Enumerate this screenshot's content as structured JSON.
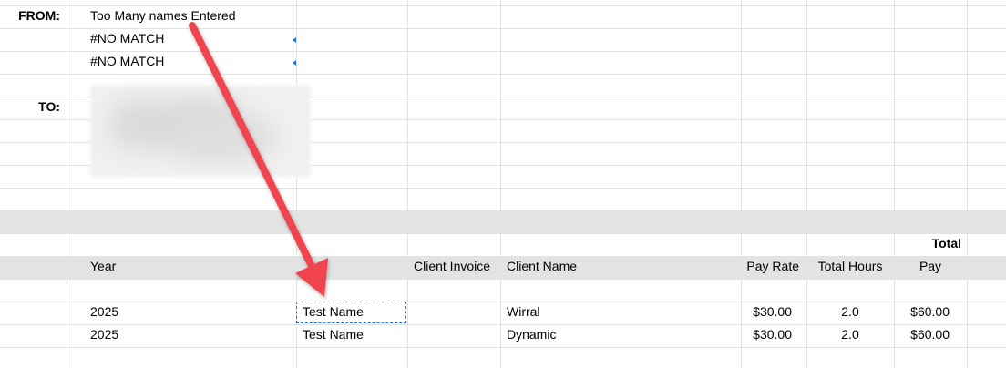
{
  "from": {
    "label": "FROM:",
    "line1": "Too Many names Entered",
    "line2": "#NO MATCH",
    "line3": "#NO MATCH"
  },
  "to": {
    "label": "TO:"
  },
  "table": {
    "total_label": "Total",
    "headers": {
      "year": "Year",
      "client_invoice": "Client Invoice",
      "client_name": "Client Name",
      "pay_rate": "Pay Rate",
      "total_hours": "Total Hours",
      "pay": "Pay"
    },
    "rows": [
      {
        "year": "2025",
        "name": "Test Name",
        "client_name": "Wirral",
        "pay_rate": "$30.00",
        "total_hours": "2.0",
        "pay": "$60.00"
      },
      {
        "year": "2025",
        "name": "Test Name",
        "client_name": "Dynamic",
        "pay_rate": "$30.00",
        "total_hours": "2.0",
        "pay": "$60.00"
      }
    ]
  },
  "colors": {
    "band": "#e3e3e3",
    "gridline": "#e2e2e2",
    "selection": "#1a73e8",
    "annotation_arrow": "#f0444f"
  }
}
